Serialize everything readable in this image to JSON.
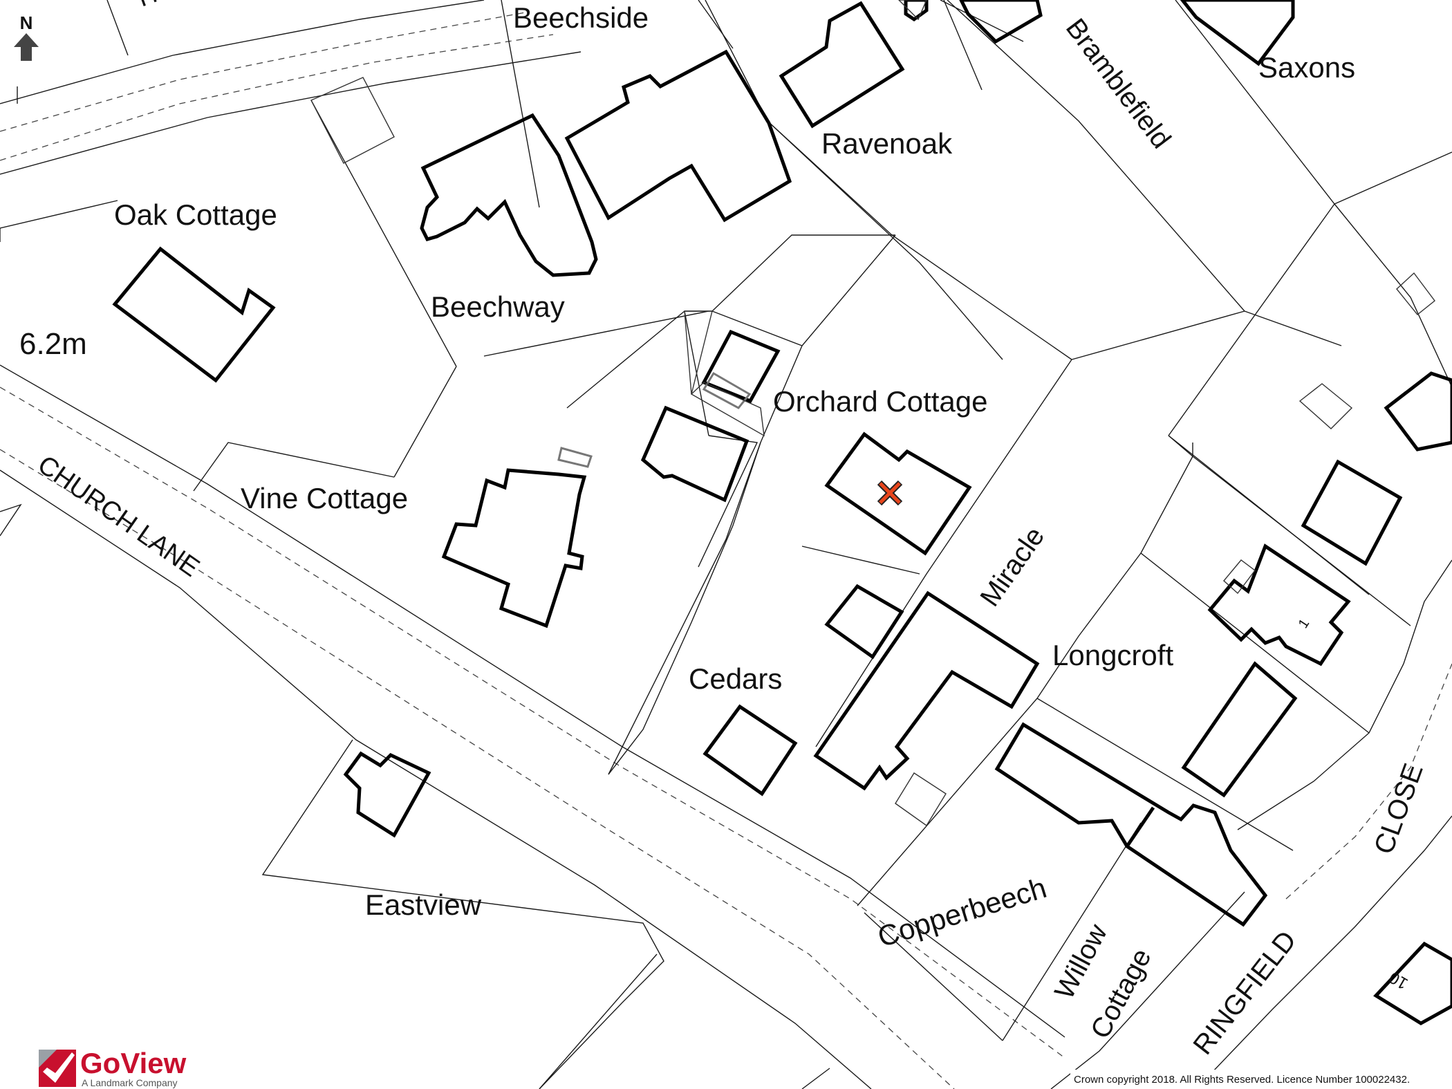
{
  "map": {
    "north_arrow": {
      "letter": "N",
      "icon": "north-arrow-icon"
    },
    "spot_height": "6.2m",
    "labels": {
      "beechside": "Beechside",
      "ravenoak": "Ravenoak",
      "bramblefield": "Bramblefield",
      "saxons": "Saxons",
      "oak_cottage": "Oak Cottage",
      "beechway": "Beechway",
      "orchard_cottage": "Orchard Cottage",
      "vine_cottage": "Vine Cottage",
      "church_lane": "CHURCH LANE",
      "miracle": "Miracle",
      "longcroft": "Longcroft",
      "cedars": "Cedars",
      "eastview": "Eastview",
      "copperbeech": "Copperbeech",
      "willow": "Willow",
      "cottage": "Cottage",
      "ringfield": "RINGFIELD",
      "close": "CLOSE",
      "house_1": "1",
      "house_10": "10",
      "partial_top": "Ho"
    },
    "site_marker": {
      "icon": "cross-marker-icon",
      "color": "#e8451c"
    },
    "logo": {
      "name": "GoView",
      "tagline": "A Landmark Company",
      "brand_color": "#c8102e"
    },
    "copyright": "Crown copyright 2018. All Rights Reserved. Licence Number 100022432."
  }
}
